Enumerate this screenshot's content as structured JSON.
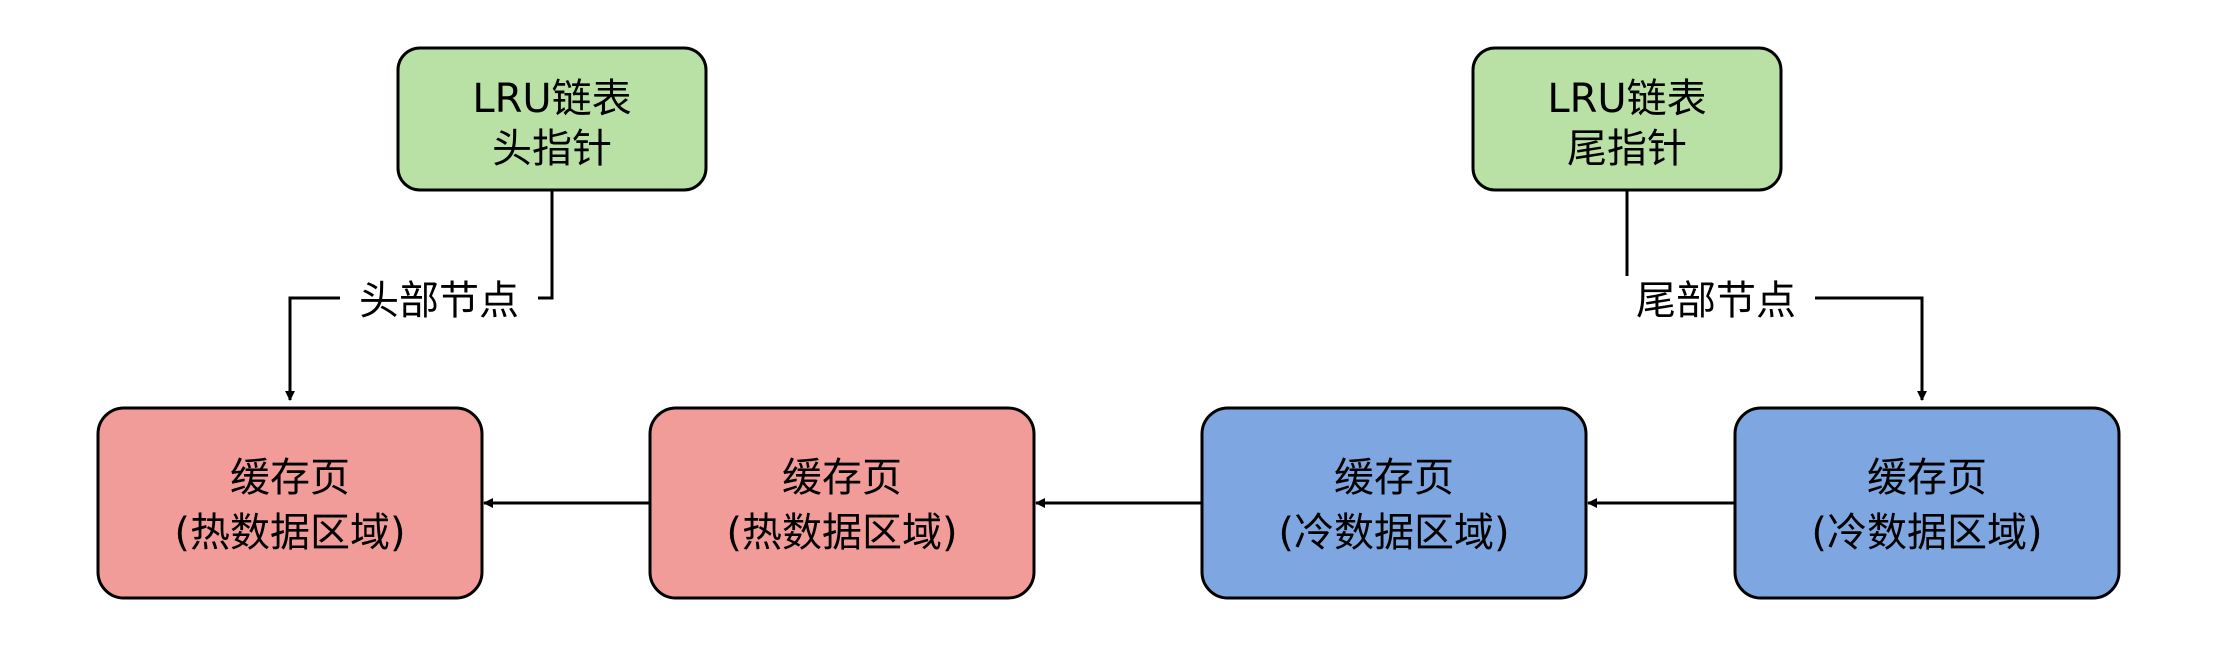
{
  "colors": {
    "pointer_fill": "#b9e0a5",
    "hot_fill": "#f19c99",
    "cold_fill": "#7ea6e0",
    "stroke": "#000000",
    "background": "#ffffff"
  },
  "pointers": {
    "head": {
      "line1": "LRU链表",
      "line2": "头指针"
    },
    "tail": {
      "line1": "LRU链表",
      "line2": "尾指针"
    }
  },
  "edge_labels": {
    "head_node": "头部节点",
    "tail_node": "尾部节点"
  },
  "pages": [
    {
      "title": "缓存页",
      "region": "(热数据区域)",
      "zone": "hot"
    },
    {
      "title": "缓存页",
      "region": "(热数据区域)",
      "zone": "hot"
    },
    {
      "title": "缓存页",
      "region": "(冷数据区域)",
      "zone": "cold"
    },
    {
      "title": "缓存页",
      "region": "(冷数据区域)",
      "zone": "cold"
    }
  ]
}
